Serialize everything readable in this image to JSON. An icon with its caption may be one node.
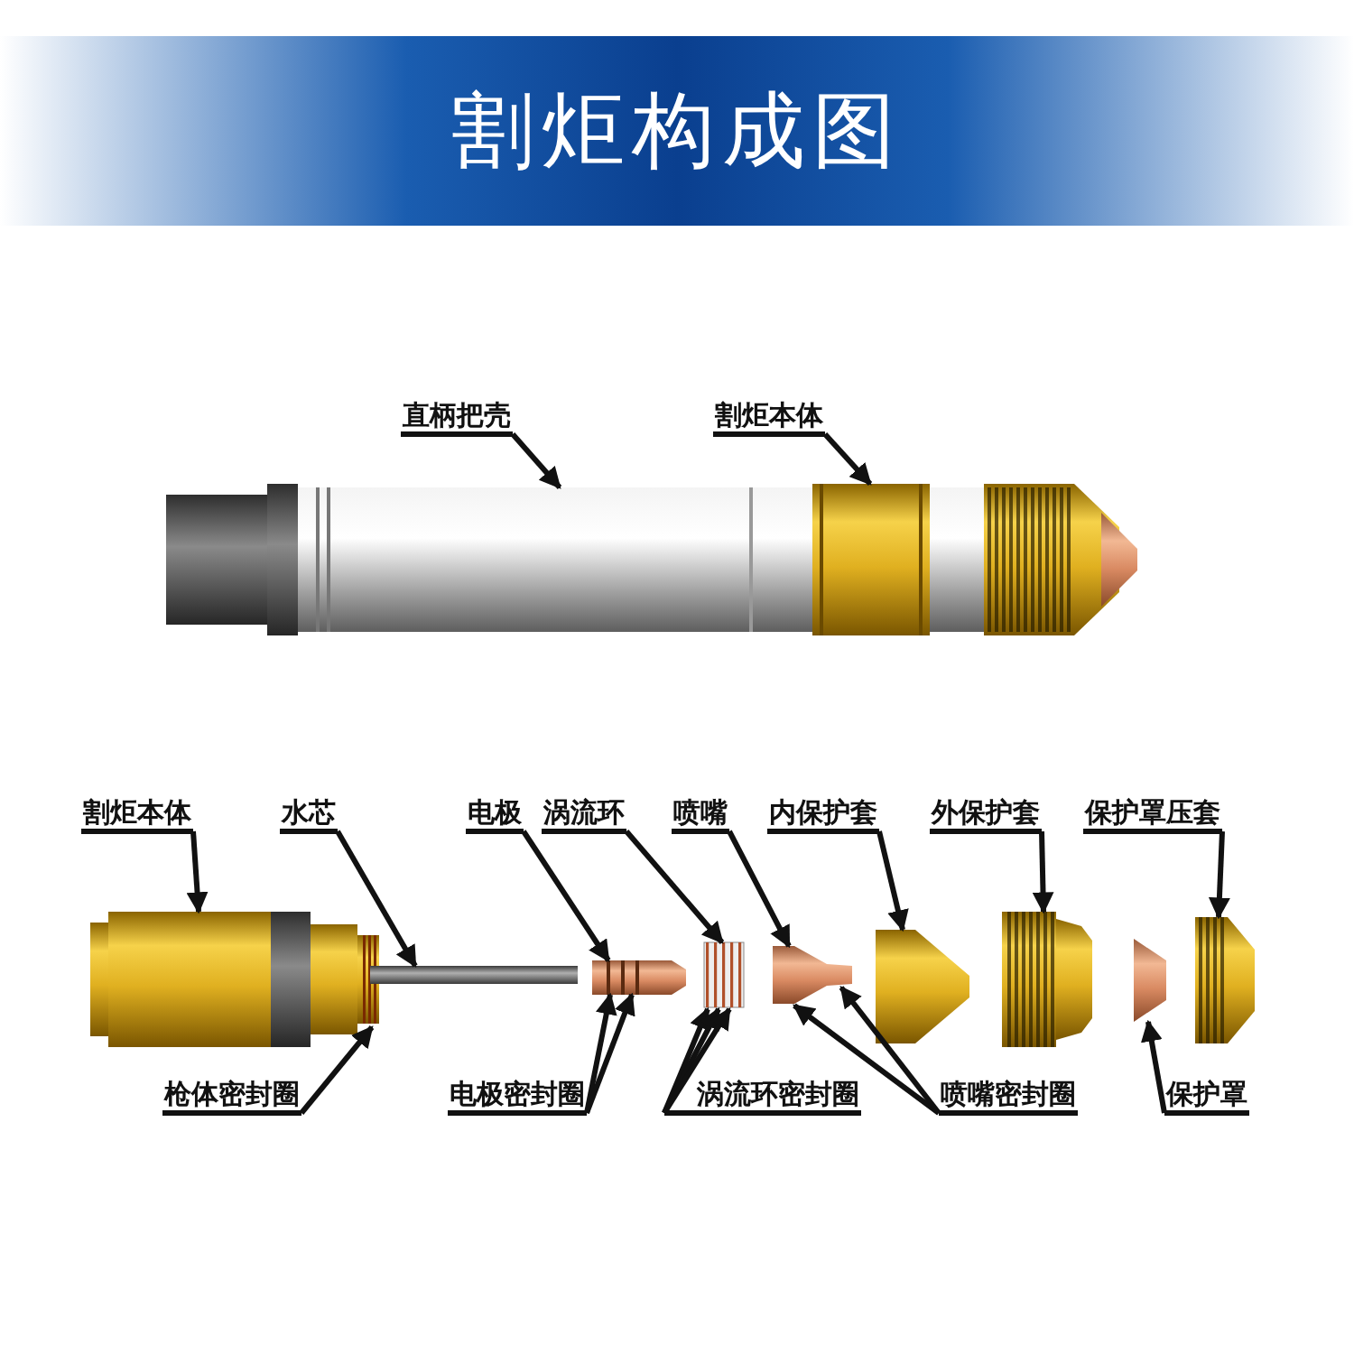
{
  "diagram": {
    "title": "割炬构成图",
    "nodes": [
      {
        "text": [
          "直柄把壳"
        ]
      },
      {
        "text": [
          "割炬本体"
        ]
      },
      {
        "text": [
          "割炬本体"
        ]
      },
      {
        "text": [
          "水芯"
        ]
      },
      {
        "text": [
          "电极"
        ]
      },
      {
        "text": [
          "涡流环"
        ]
      },
      {
        "text": [
          "喷嘴"
        ]
      },
      {
        "text": [
          "内保护套"
        ]
      },
      {
        "text": [
          "外保护套"
        ]
      },
      {
        "text": [
          "保护罩压套"
        ]
      },
      {
        "text": [
          "枪体密封圈"
        ]
      },
      {
        "text": [
          "电极密封圈"
        ]
      },
      {
        "text": [
          "涡流环密封圈"
        ]
      },
      {
        "text": [
          "喷嘴密封圈"
        ]
      },
      {
        "text": [
          "保护罩"
        ]
      },
      {
        "text": [],
        "shape": "picture"
      },
      {
        "text": [],
        "shape": "picture"
      },
      {
        "text": [],
        "shape": "picture"
      },
      {
        "text": [],
        "shape": "picture"
      },
      {
        "text": [],
        "shape": "picture"
      },
      {
        "text": [],
        "shape": "picture"
      },
      {
        "text": [],
        "shape": "picture"
      },
      {
        "text": [],
        "shape": "picture"
      },
      {
        "text": [],
        "shape": "picture"
      },
      {
        "text": [],
        "shape": "picture"
      },
      {
        "text": [],
        "shape": "picture"
      }
    ],
    "edges": [
      {
        "from": 0,
        "to": 15,
        "arrow": "to"
      },
      {
        "from": 1,
        "to": 16,
        "arrow": "to"
      },
      {
        "from": 2,
        "to": 17,
        "arrow": "to"
      },
      {
        "from": 3,
        "to": 18,
        "arrow": "to"
      },
      {
        "from": 4,
        "to": 19,
        "arrow": "to"
      },
      {
        "from": 5,
        "to": 20,
        "arrow": "to"
      },
      {
        "from": 6,
        "to": 21,
        "arrow": "to"
      },
      {
        "from": 7,
        "to": 22,
        "arrow": "to"
      },
      {
        "from": 8,
        "to": 23,
        "arrow": "to"
      },
      {
        "from": 9,
        "to": 24,
        "arrow": "to"
      },
      {
        "from": 10,
        "to": 17,
        "arrow": "to"
      },
      {
        "from": 11,
        "to": 19,
        "arrow": "to"
      },
      {
        "from": 11,
        "to": 19,
        "arrow": "to"
      },
      {
        "from": 12,
        "to": 20,
        "arrow": "to"
      },
      {
        "from": 12,
        "to": 20,
        "arrow": "to"
      },
      {
        "from": 12,
        "to": 20,
        "arrow": "to"
      },
      {
        "from": 13,
        "to": 21,
        "arrow": "to"
      },
      {
        "from": 13,
        "to": 21,
        "arrow": "to"
      },
      {
        "from": 14,
        "to": 25,
        "arrow": "to"
      }
    ]
  }
}
